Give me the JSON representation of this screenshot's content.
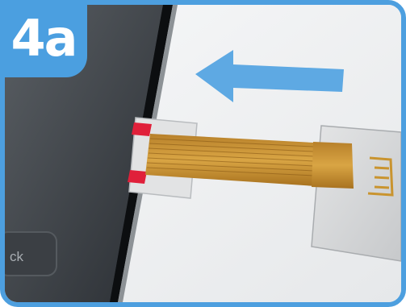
{
  "step": {
    "badge_text": "4a"
  },
  "phone": {
    "button_text": "ck"
  },
  "icons": {
    "arrow": "arrow-left-icon",
    "phone": "smartphone-illustration",
    "sim_adapter": "sim-adapter-illustration"
  },
  "colors": {
    "frame_blue": "#4d9fdf",
    "arrow_blue": "#5ea9e3",
    "cable_gold": "#c28a2e",
    "tray_red": "#e0203a",
    "phone_dark": "#202428",
    "background": "#f2f3f4"
  }
}
